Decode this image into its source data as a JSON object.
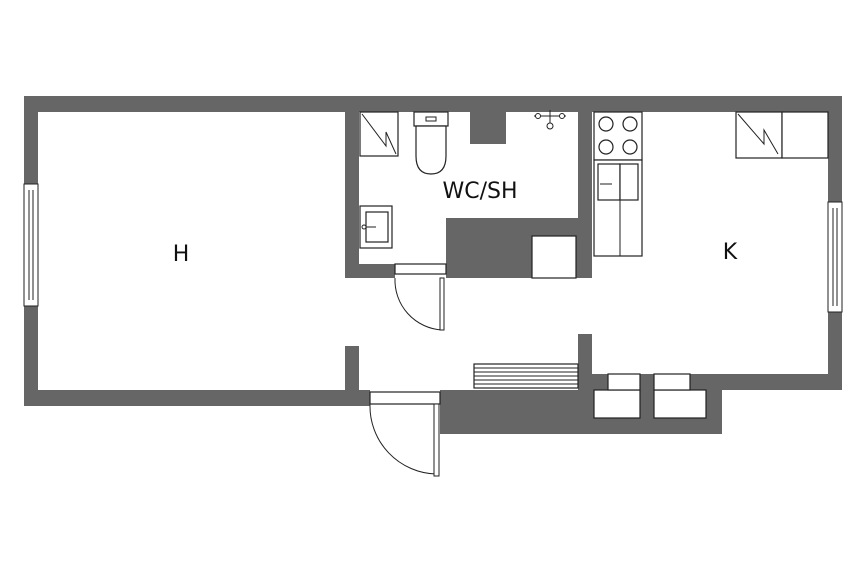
{
  "rooms": {
    "living": {
      "label": "H"
    },
    "bathroom": {
      "label": "WC/SH"
    },
    "kitchen": {
      "label": "K"
    }
  },
  "colors": {
    "wall": "#666666",
    "line": "#222222",
    "background": "#ffffff"
  }
}
